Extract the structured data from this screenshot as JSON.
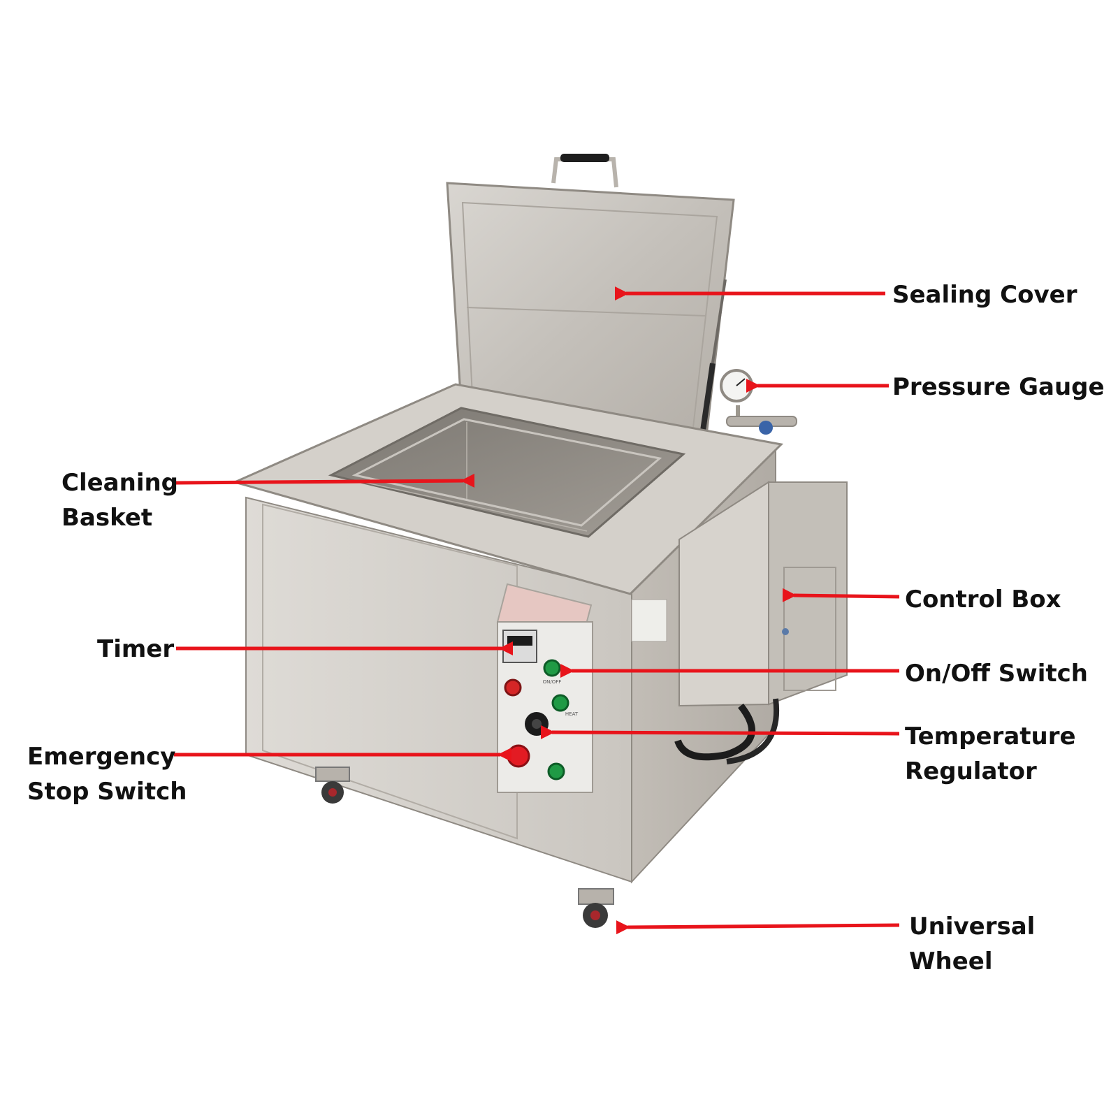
{
  "colors": {
    "background": "#ffffff",
    "arrow": "#e8141b",
    "label_text": "#111111",
    "steel_light": "#e2e0dc",
    "steel_mid": "#cfcbc5",
    "steel_dark": "#a9a49d",
    "basket_interior": "#8e8a84"
  },
  "labels": {
    "sealing_cover": "Sealing Cover",
    "pressure_gauge": "Pressure Gauge",
    "cleaning_basket": [
      "Cleaning",
      "Basket"
    ],
    "control_box": "Control Box",
    "timer": "Timer",
    "on_off_switch": "On/Off Switch",
    "emergency_stop_switch": [
      "Emergency",
      "Stop Switch"
    ],
    "temperature_regulator": [
      "Temperature",
      "Regulator"
    ],
    "universal_wheel": [
      "Universal",
      "Wheel"
    ]
  },
  "panel": {
    "button_labels": [
      "ON/OFF",
      "HEAT"
    ]
  }
}
